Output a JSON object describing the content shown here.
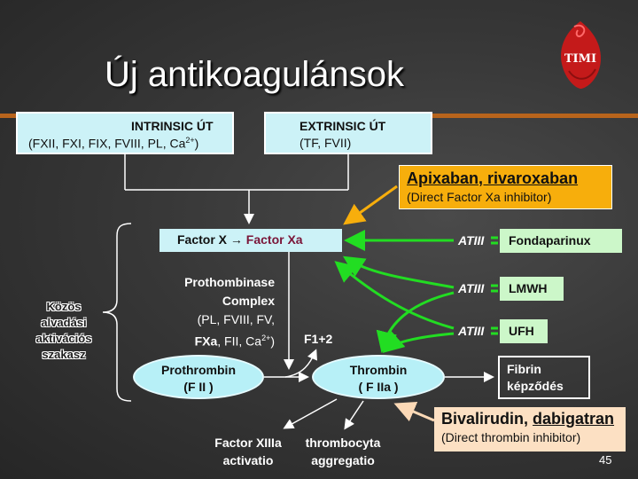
{
  "title": "Új antikoagulánsok",
  "logo_text": "TIMI",
  "intrinsic": {
    "title": "INTRINSIC ÚT",
    "items": "(FXII, FXI, FIX, FVIII, PL, Ca",
    "sup": "2+",
    "close": ")"
  },
  "extrinsic": {
    "title": "EXTRINSIC ÚT",
    "items": "(TF, FVII)"
  },
  "factor_x": {
    "from": "Factor X",
    "arrow": "→",
    "to": "Factor Xa"
  },
  "apixaban": {
    "title": "Apixaban, rivaroxaban",
    "subtitle": "(Direct Factor Xa inhibitor)"
  },
  "inhibitors": [
    {
      "atiii": "ATIII",
      "label": "Fondaparinux"
    },
    {
      "atiii": "ATIII",
      "label": "LMWH"
    },
    {
      "atiii": "ATIII",
      "label": "UFH"
    }
  ],
  "prothrombinase": {
    "line1": "Prothombinase",
    "line2": "Complex",
    "line3": "(PL, FVIII, FV,",
    "line4_bold": "FXa",
    "line4_rest": ", FII, Ca",
    "line4_sup": "2+",
    "line4_close": ")"
  },
  "f12": "F1+2",
  "prothrombin": {
    "line1": "Prothrombin",
    "line2": "(F II )"
  },
  "thrombin": {
    "line1": "Thrombin",
    "line2": "( F IIa )"
  },
  "fibrin": {
    "line1": "Fibrin",
    "line2": "képződés"
  },
  "bivalirudin": {
    "name1": "Bivalirudin,",
    "name2": "dabigatran",
    "subtitle": "(Direct thrombin inhibitor)"
  },
  "factor13": {
    "line1": "Factor XIIIa",
    "line2": "activatio"
  },
  "thrombocyta": {
    "line1": "thrombocyta",
    "line2": "aggregatio"
  },
  "kozos": {
    "line1": "Közös",
    "line2": "alvadási",
    "line3": "aktivációs",
    "line4": "szakasz"
  },
  "page_number": "45",
  "colors": {
    "green_arrow": "#22dd22",
    "orange_arrow": "#f7ae0c",
    "peach_arrow": "#fcd9b6"
  }
}
